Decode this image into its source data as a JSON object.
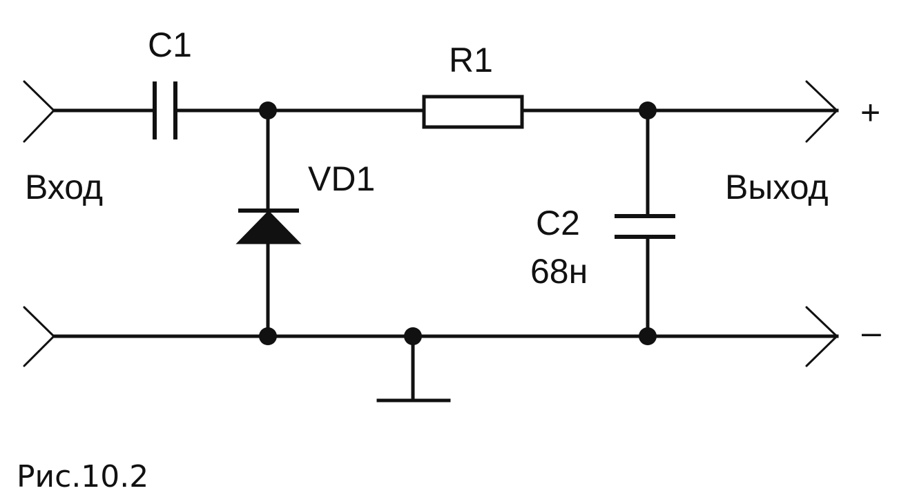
{
  "labels": {
    "c1": "C1",
    "r1": "R1",
    "vd1": "VD1",
    "c2": "C2",
    "c2_value": "68н",
    "input": "Вход",
    "output": "Выход",
    "plus": "+",
    "minus": "–",
    "caption": "Рис.10.2"
  }
}
